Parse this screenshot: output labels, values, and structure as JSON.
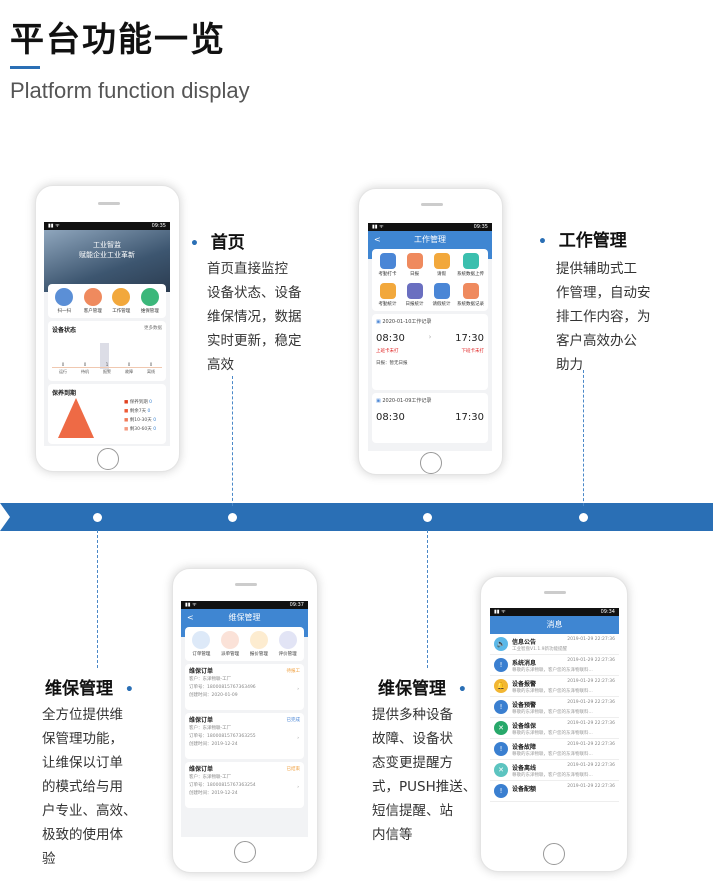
{
  "header": {
    "title": "平台功能一览",
    "subtitle": "Platform function display"
  },
  "features": [
    {
      "title": "首页",
      "desc": [
        "首页直接监控",
        "设备状态、设备",
        "维保情况，数据",
        "实时更新，稳定",
        "高效"
      ]
    },
    {
      "title": "工作管理",
      "desc": [
        "提供辅助式工",
        "作管理，自动安",
        "排工作内容，为",
        "客户高效办公",
        "助力"
      ]
    },
    {
      "title": "维保管理",
      "desc": [
        "全方位提供维",
        "保管理功能，",
        "让维保以订单",
        "的模式给与用",
        "户专业、高效、",
        "极致的使用体",
        "验"
      ]
    },
    {
      "title": "维保管理",
      "desc": [
        "提供多种设备",
        "故障、设备状",
        "态变更提醒方",
        "式，PUSH推送、",
        "短信提醒、站",
        "内信等"
      ]
    }
  ],
  "phone_home": {
    "status_time": "09:35",
    "banner": [
      "工业智监",
      "赋能企业工业革新"
    ],
    "quick": [
      "扫一扫",
      "客户管理",
      "工作管理",
      "维保管理"
    ],
    "device_status": {
      "title": "设备状态",
      "link": "更多数据",
      "cats": [
        "运行",
        "待机",
        "报警",
        "故障",
        "离线"
      ],
      "values": [
        "0",
        "0",
        "1",
        "0",
        "0"
      ]
    },
    "maintenance": {
      "title": "保养到期",
      "legend": [
        "保养到期",
        "剩余7天",
        "剩10-30天",
        "剩30-60天"
      ],
      "values": [
        "0",
        "0",
        "0",
        "0"
      ]
    }
  },
  "phone_work": {
    "status_time": "09:35",
    "title": "工作管理",
    "back": "<",
    "items": [
      "考勤打卡",
      "日报",
      "请假",
      "系统数据上传",
      "考勤统计",
      "日报统计",
      "请假统计",
      "系统数据记录"
    ],
    "records": [
      {
        "date": "2020-01-10工作记录",
        "start": "08:30",
        "end": "17:30",
        "on": "上班卡未打",
        "off": "下班卡未打",
        "log": "日报：暂无日报"
      },
      {
        "date": "2020-01-09工作记录",
        "start": "08:30",
        "end": "17:30"
      }
    ]
  },
  "phone_maint": {
    "status_time": "09:37",
    "title": "维保管理",
    "back": "<",
    "items": [
      "订单管理",
      "派单管理",
      "报价管理",
      "评价管理"
    ],
    "orders": [
      {
        "title": "维保订单",
        "status": "待报工",
        "customer": "客户：东泽物联-工厂",
        "no": "订单号：18000815767363496",
        "time": "创建时间：2020-01-09"
      },
      {
        "title": "维保订单",
        "status": "已完成",
        "customer": "客户：东泽物联-工厂",
        "no": "订单号：18000815767363255",
        "time": "创建时间：2019-12-24"
      },
      {
        "title": "维保订单",
        "status": "已结束",
        "customer": "客户：东泽物联-工厂",
        "no": "订单号：18000815767363254",
        "time": "创建时间：2019-12-24"
      }
    ]
  },
  "phone_msg": {
    "status_time": "09:34",
    "title": "消息",
    "items": [
      {
        "t": "信息公告",
        "d": "工业智盘V1.1.9新功能提醒",
        "time": "2019-01-29 22:27:36",
        "c": "#5bb8e8",
        "i": "🔈"
      },
      {
        "t": "系统消息",
        "d": "尊敬的东泽物联，客户您的东泽物联料...",
        "time": "2019-01-29 22:27:36",
        "c": "#3a7fd0",
        "i": "!"
      },
      {
        "t": "设备报警",
        "d": "尊敬的东泽物联，客户您的东泽物联料...",
        "time": "2019-01-29 22:27:36",
        "c": "#f2b632",
        "i": "🔔"
      },
      {
        "t": "设备预警",
        "d": "尊敬的东泽物联，客户您的东泽物联料...",
        "time": "2019-01-29 22:27:36",
        "c": "#3a7fd0",
        "i": "!"
      },
      {
        "t": "设备维保",
        "d": "尊敬的东泽物联，客户您的东泽物联料...",
        "time": "2019-01-29 22:27:36",
        "c": "#27a86a",
        "i": "✕"
      },
      {
        "t": "设备故障",
        "d": "尊敬的东泽物联，客户您的东泽物联料...",
        "time": "2019-01-29 22:27:36",
        "c": "#3a7fd0",
        "i": "!"
      },
      {
        "t": "设备离线",
        "d": "尊敬的东泽物联，客户您的东泽物联料...",
        "time": "2019-01-29 22:27:36",
        "c": "#5cc4c0",
        "i": "✕"
      },
      {
        "t": "设备配额",
        "d": "",
        "time": "2019-01-29 22:27:36",
        "c": "#3a7fd0",
        "i": "!"
      }
    ]
  },
  "colors": {
    "accent": "#2a6fb5",
    "nav": "#3f86d2"
  }
}
